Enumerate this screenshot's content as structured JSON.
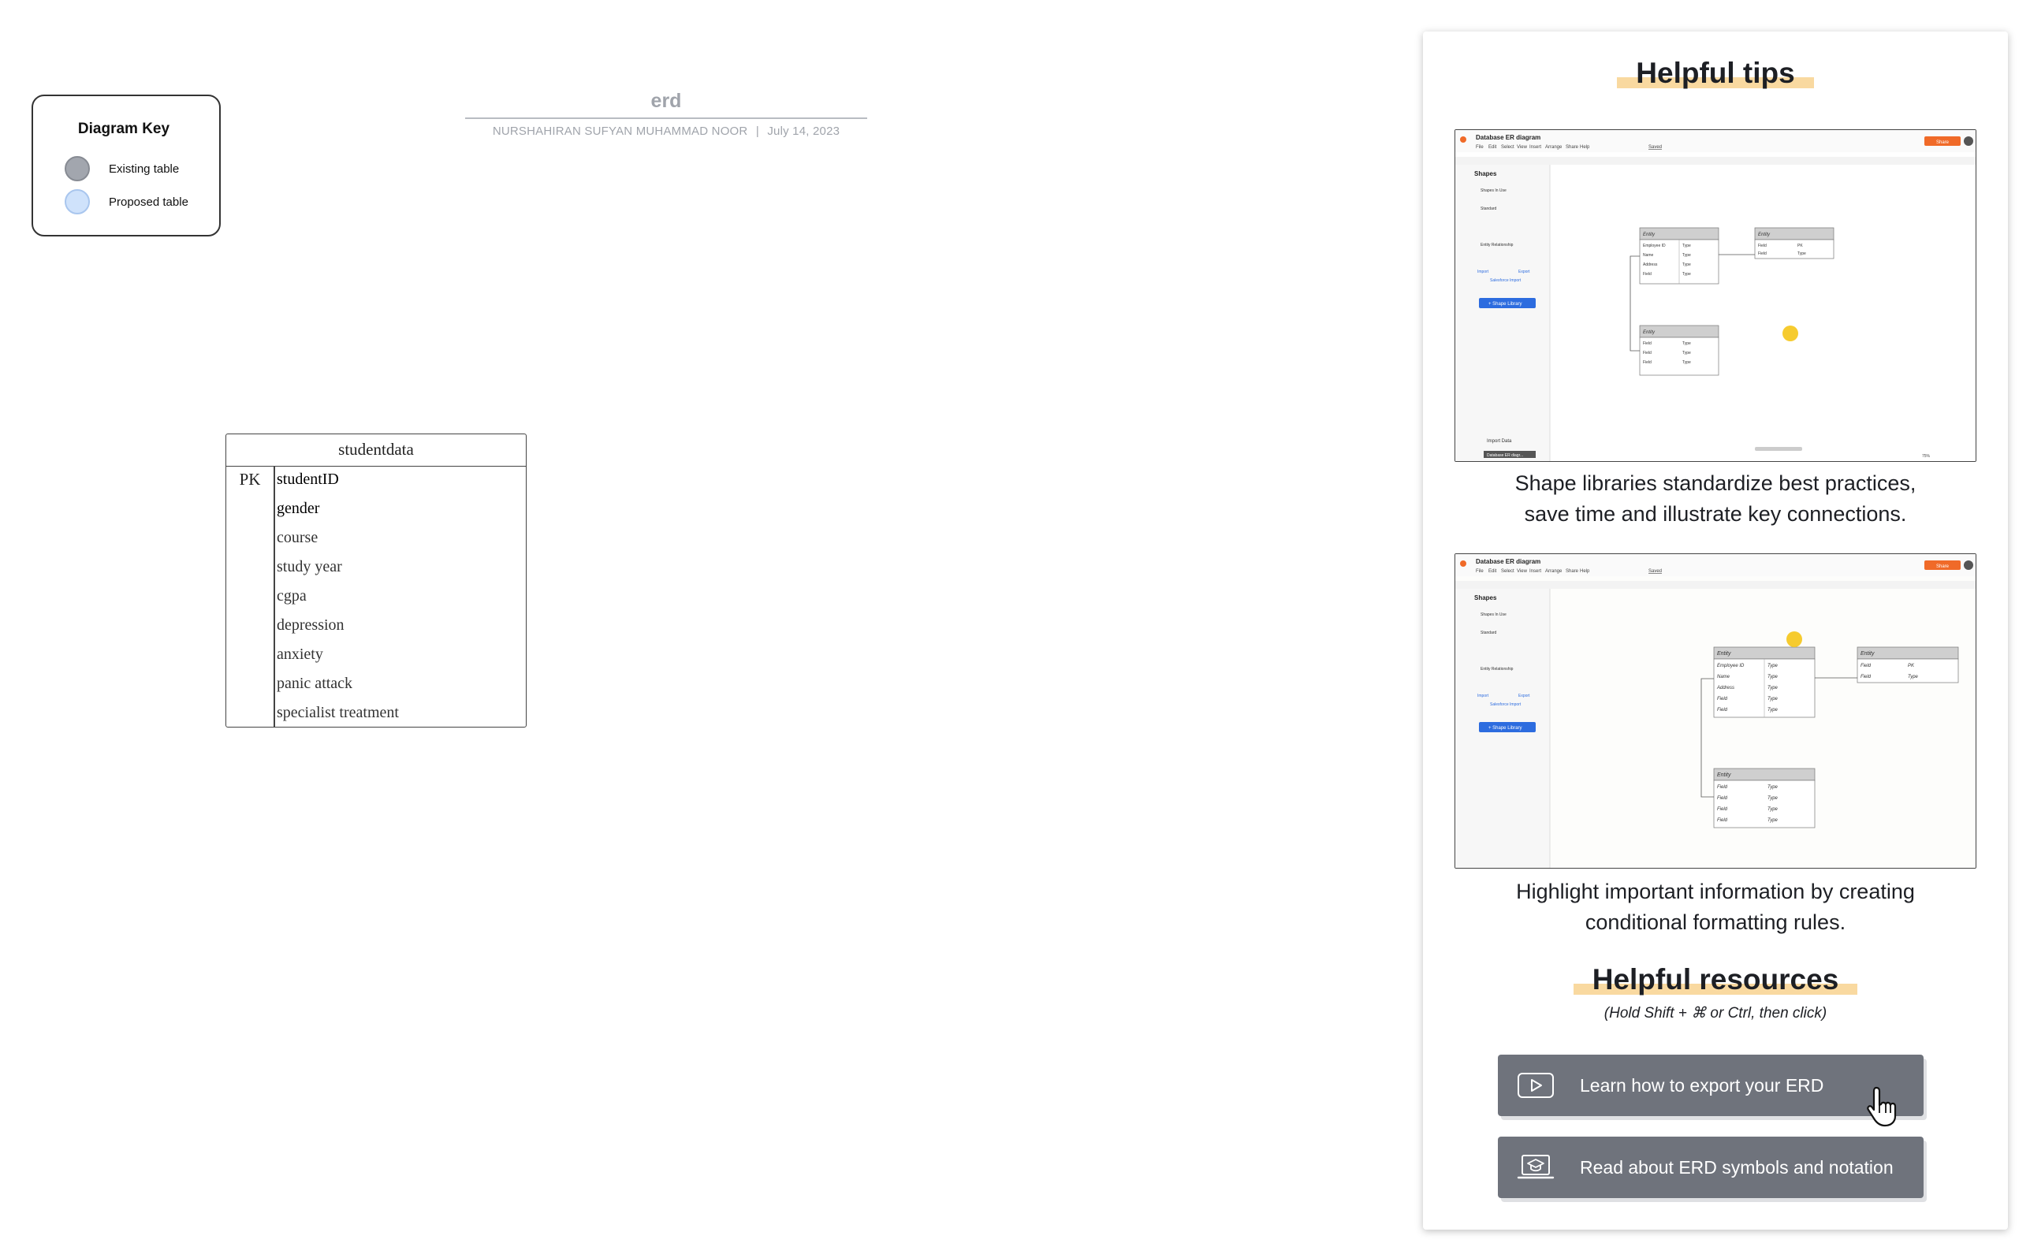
{
  "diagram_key": {
    "title": "Diagram Key",
    "items": [
      {
        "label": "Existing table",
        "color": "#a2a6ae",
        "border": "#878b93"
      },
      {
        "label": "Proposed table",
        "color": "#cfe2fb",
        "border": "#a9c6ee"
      }
    ]
  },
  "document": {
    "title": "erd",
    "author": "NURSHAHIRAN SUFYAN MUHAMMAD NOOR",
    "separator": "|",
    "date": "July 14, 2023"
  },
  "entity": {
    "name": "studentdata",
    "pk_label": "PK",
    "fields": [
      "studentID",
      "gender",
      "course",
      "study year",
      "cgpa",
      "depression",
      "anxiety",
      "panic attack",
      "specialist treatment"
    ]
  },
  "panel": {
    "tips_title": "Helpful tips",
    "tip1_line1": "Shape libraries standardize best practices,",
    "tip1_line2": "save time and illustrate key connections.",
    "tip2_line1": "Highlight important information by creating",
    "tip2_line2": "conditional formatting rules.",
    "resources_title": "Helpful resources",
    "resources_note": "(Hold Shift + ⌘ or Ctrl, then click)",
    "btn_export": "Learn how to export your ERD",
    "btn_symbols": "Read about ERD symbols and notation",
    "accent_highlight": "#f9d9a0",
    "button_color": "#6f737c"
  },
  "screenshot": {
    "doc_title": "Database ER diagram",
    "menu": [
      "File",
      "Edit",
      "Select",
      "View",
      "Insert",
      "Arrange",
      "Share",
      "Help"
    ],
    "saved": "Saved",
    "share": "Share",
    "shapes": "Shapes",
    "shapes_in_use": "Shapes In Use",
    "standard": "Standard",
    "entity_relationship": "Entity Relationship",
    "import": "Import",
    "export": "Export",
    "salesforce": "Salesforce Import",
    "shape_library": "+ Shape Library",
    "import_data": "Import Data",
    "entity": "Entity",
    "employee_id": "Employee ID",
    "name": "Name",
    "address": "Address",
    "field": "Field",
    "type": "Type",
    "pk": "PK",
    "zoom": "75%",
    "page_tab": "Database ER diagr..."
  }
}
